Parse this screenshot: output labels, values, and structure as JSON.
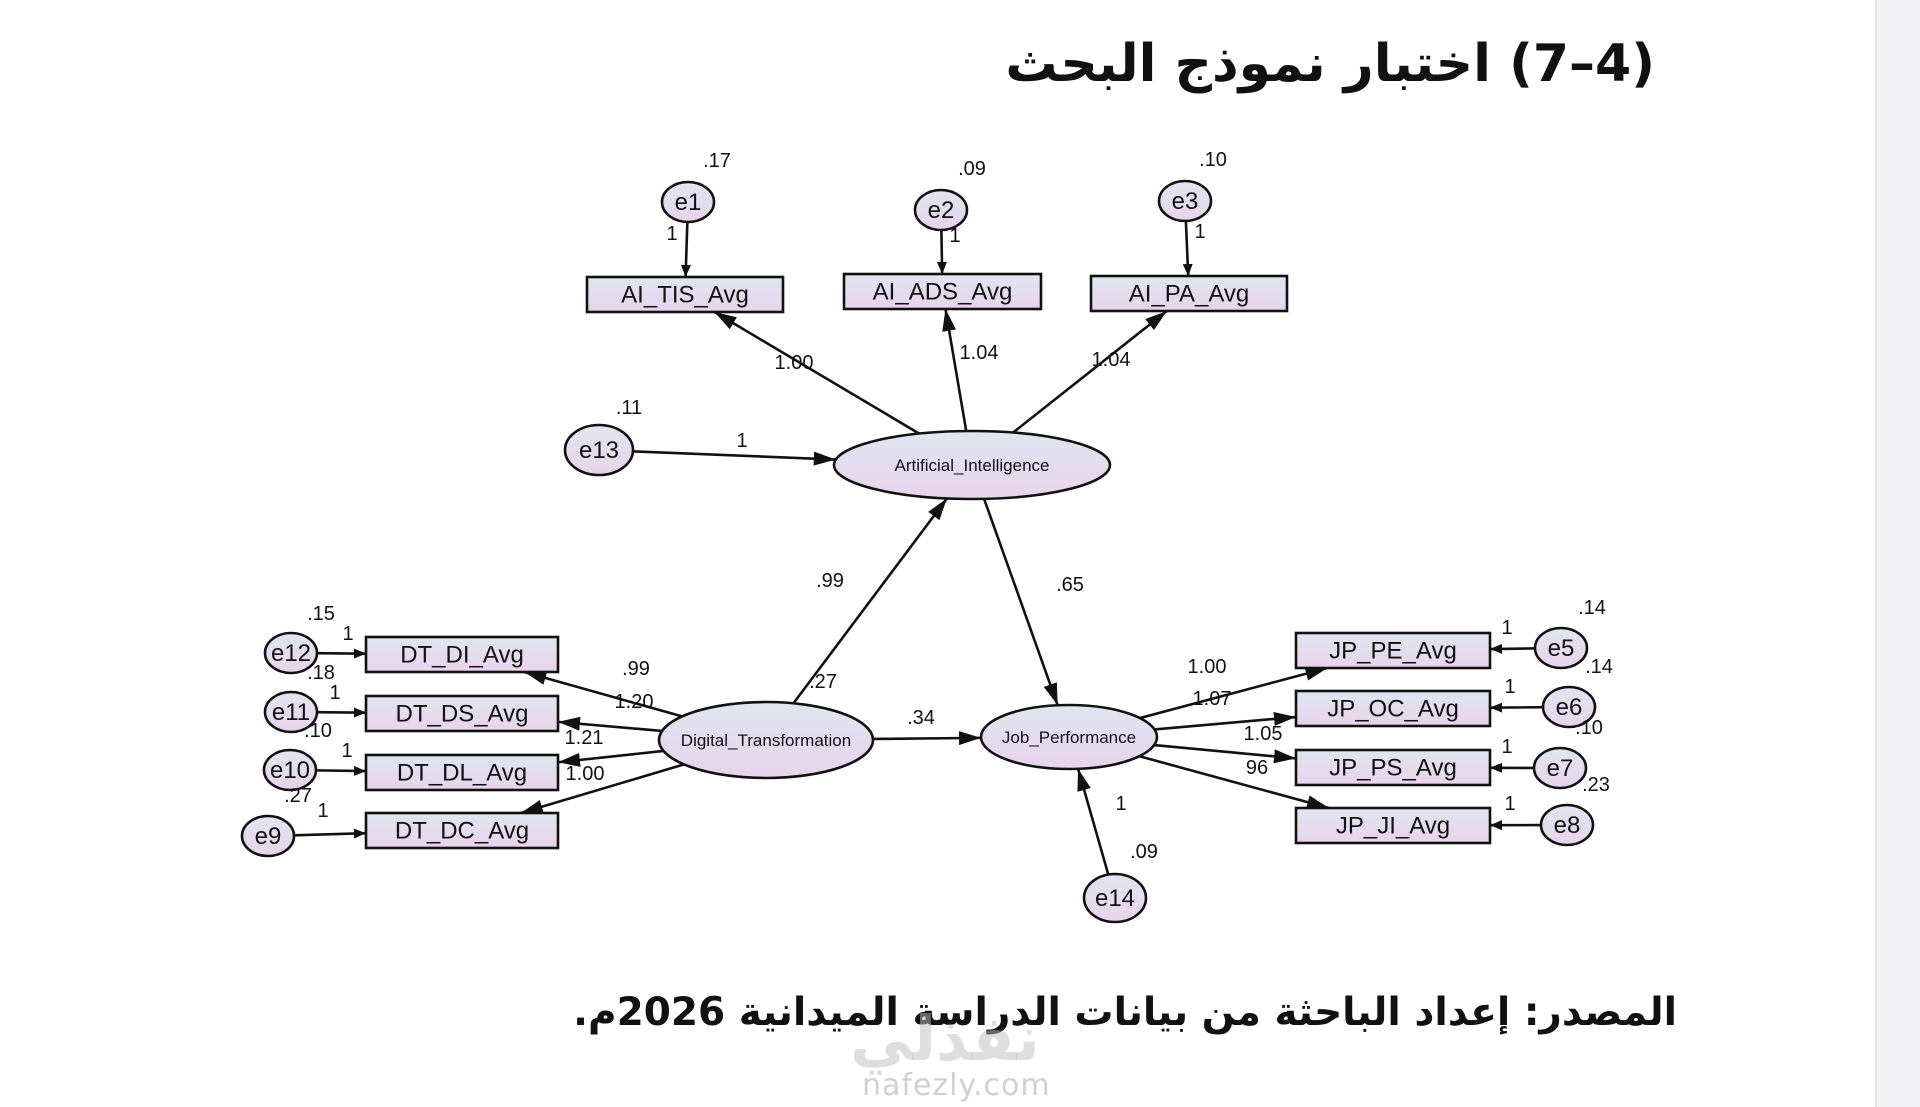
{
  "title": "(4–7) اختبار نموذج البحث",
  "source": "المصدر: إعداد الباحثة من بيانات الدراسة الميدانية 2026م.",
  "watermark": {
    "logo": "نفذلي",
    "url": "nafezly.com"
  },
  "colors": {
    "node_fill_top": "#dfe6ef",
    "node_fill_bottom": "#e8d3ec",
    "stroke": "#111111"
  },
  "diagram": {
    "latents": [
      {
        "id": "ai",
        "label": "Artificial_Intelligence"
      },
      {
        "id": "dt",
        "label": "Digital_Transformation"
      },
      {
        "id": "jp",
        "label": "Job_Performance"
      }
    ],
    "indicators": [
      {
        "id": "ai_tis",
        "label": "AI_TIS_Avg"
      },
      {
        "id": "ai_ads",
        "label": "AI_ADS_Avg"
      },
      {
        "id": "ai_pa",
        "label": "AI_PA_Avg"
      },
      {
        "id": "dt_di",
        "label": "DT_DI_Avg"
      },
      {
        "id": "dt_ds",
        "label": "DT_DS_Avg"
      },
      {
        "id": "dt_dl",
        "label": "DT_DL_Avg"
      },
      {
        "id": "dt_dc",
        "label": "DT_DC_Avg"
      },
      {
        "id": "jp_pe",
        "label": "JP_PE_Avg"
      },
      {
        "id": "jp_oc",
        "label": "JP_OC_Avg"
      },
      {
        "id": "jp_ps",
        "label": "JP_PS_Avg"
      },
      {
        "id": "jp_ji",
        "label": "JP_JI_Avg"
      }
    ],
    "errors": [
      {
        "id": "e1",
        "label": "e1",
        "variance": ".17",
        "path": "1"
      },
      {
        "id": "e2",
        "label": "e2",
        "variance": ".09",
        "path": "1"
      },
      {
        "id": "e3",
        "label": "e3",
        "variance": ".10",
        "path": "1"
      },
      {
        "id": "e5",
        "label": "e5",
        "variance": ".14",
        "path": "1"
      },
      {
        "id": "e6",
        "label": "e6",
        "variance": ".14",
        "path": "1"
      },
      {
        "id": "e7",
        "label": "e7",
        "variance": ".10",
        "path": "1"
      },
      {
        "id": "e8",
        "label": "e8",
        "variance": ".23",
        "path": "1"
      },
      {
        "id": "e9",
        "label": "e9",
        "variance": ".27",
        "path": "1"
      },
      {
        "id": "e10",
        "label": "e10",
        "variance": ".10",
        "path": "1"
      },
      {
        "id": "e11",
        "label": "e11",
        "variance": ".18",
        "path": "1"
      },
      {
        "id": "e12",
        "label": "e12",
        "variance": ".15",
        "path": "1"
      },
      {
        "id": "e13",
        "label": "e13",
        "variance": ".11",
        "path": "1"
      },
      {
        "id": "e14",
        "label": "e14",
        "variance": ".09",
        "path": "1"
      }
    ],
    "loadings": [
      {
        "from": "ai",
        "to": "ai_tis",
        "value": "1.00"
      },
      {
        "from": "ai",
        "to": "ai_ads",
        "value": "1.04"
      },
      {
        "from": "ai",
        "to": "ai_pa",
        "value": "1.04"
      },
      {
        "from": "dt",
        "to": "dt_di",
        "value": ".99"
      },
      {
        "from": "dt",
        "to": "dt_ds",
        "value": "1.20"
      },
      {
        "from": "dt",
        "to": "dt_dl",
        "value": "1.21"
      },
      {
        "from": "dt",
        "to": "dt_dc",
        "value": "1.00"
      },
      {
        "from": "jp",
        "to": "jp_pe",
        "value": "1.00"
      },
      {
        "from": "jp",
        "to": "jp_oc",
        "value": "1.07"
      },
      {
        "from": "jp",
        "to": "jp_ps",
        "value": "1.05"
      },
      {
        "from": "jp",
        "to": "jp_ji",
        "value": "96"
      }
    ],
    "structural": [
      {
        "from": "dt",
        "to": "ai",
        "value": ".99"
      },
      {
        "from": "ai",
        "to": "jp",
        "value": ".65"
      },
      {
        "from": "dt",
        "to": "jp",
        "value": ".34"
      }
    ],
    "dt_variance": ".27"
  }
}
